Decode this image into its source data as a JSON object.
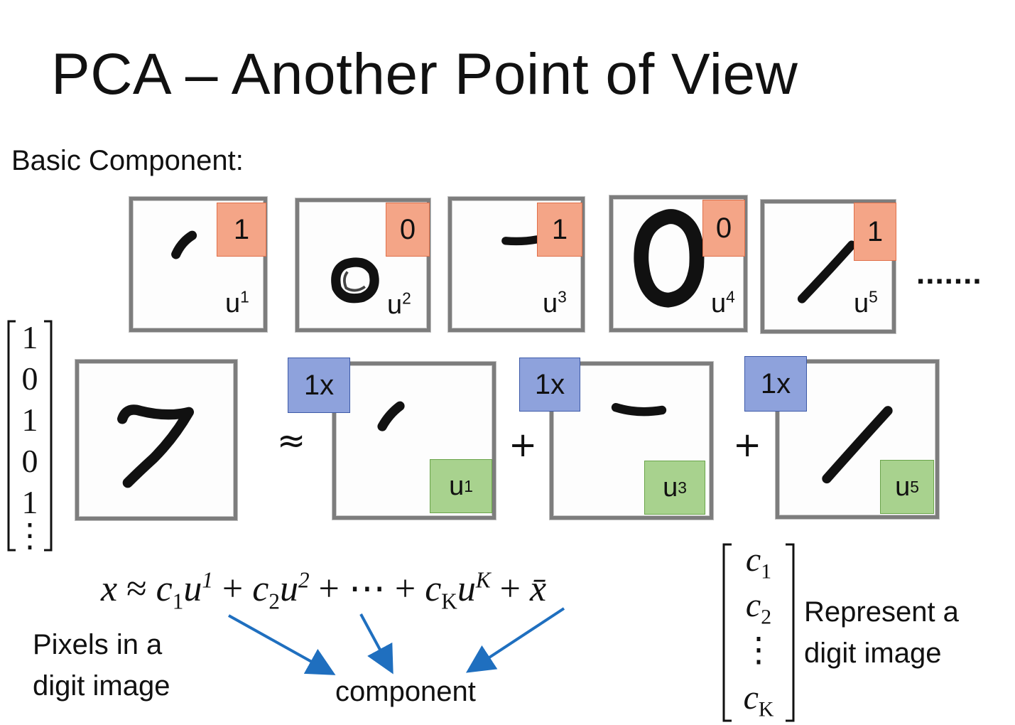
{
  "title": "PCA – Another Point of View",
  "subtitle": "Basic Component:",
  "components": [
    {
      "badge": "1",
      "label": "u",
      "sup": "1"
    },
    {
      "badge": "0",
      "label": "u",
      "sup": "2"
    },
    {
      "badge": "1",
      "label": "u",
      "sup": "3"
    },
    {
      "badge": "0",
      "label": "u",
      "sup": "4"
    },
    {
      "badge": "1",
      "label": "u",
      "sup": "5"
    }
  ],
  "ellipsis": ".......",
  "left_vector": [
    "1",
    "0",
    "1",
    "0",
    "1",
    "⋮"
  ],
  "approx_symbol": "≈",
  "plus_symbol": "+",
  "terms": [
    {
      "coef": "1x",
      "label": "u",
      "sup": "1"
    },
    {
      "coef": "1x",
      "label": "u",
      "sup": "3"
    },
    {
      "coef": "1x",
      "label": "u",
      "sup": "5"
    }
  ],
  "formula": {
    "x": "x",
    "approx": "≈",
    "c1": "c",
    "c1_sub": "1",
    "u1": "u",
    "u1_sup": "1",
    "plus": "+",
    "c2": "c",
    "c2_sub": "2",
    "u2": "u",
    "u2_sup": "2",
    "dots": "⋯",
    "cK": "c",
    "cK_sub": "K",
    "uK": "u",
    "uK_sup": "K",
    "xbar": "x̄"
  },
  "captions": {
    "pixels": [
      "Pixels in a",
      "digit image"
    ],
    "component": "component",
    "represent": [
      "Represent a",
      "digit image"
    ]
  },
  "c_vector": [
    {
      "c": "c",
      "sub": "1"
    },
    {
      "c": "c",
      "sub": "2"
    },
    {
      "c": "⋮",
      "sub": ""
    },
    {
      "c": "c",
      "sub": "K"
    }
  ],
  "colors": {
    "badge_orange": "#f4a587",
    "badge_blue": "#8ea2dc",
    "badge_green": "#a8d28e",
    "arrow_blue": "#1f6fbf"
  }
}
